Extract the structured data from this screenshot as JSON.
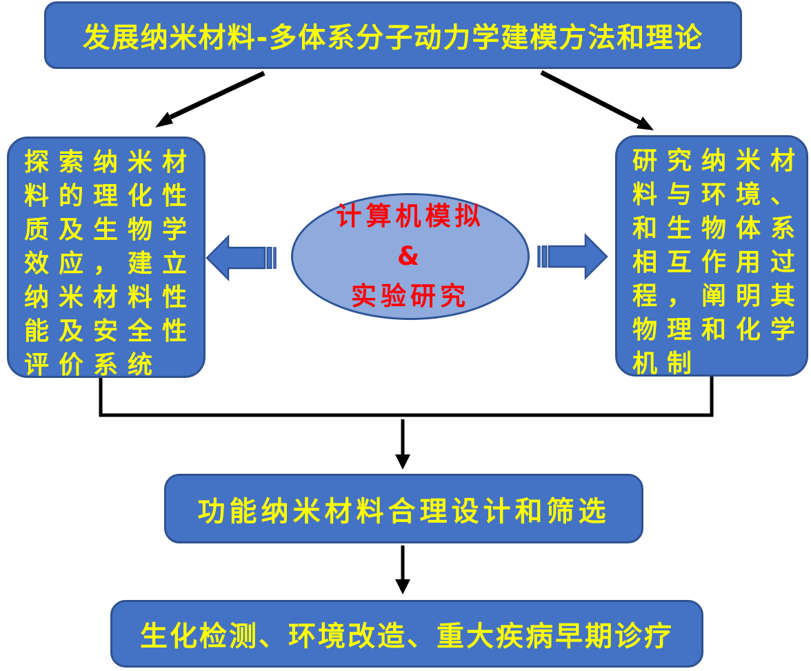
{
  "diagram": {
    "top_box": {
      "text": "发展纳米材料-多体系分子动力学建模方法和理论"
    },
    "left_box": {
      "text": "探索纳米材\n料的理化性\n质及生物学\n效应，建立\n纳米材料性\n能及安全性\n评价系统"
    },
    "right_box": {
      "text": "研究纳米材\n料与环境、\n和生物体系\n相互作用过\n程，阐明其\n物理和化学\n机制"
    },
    "ellipse": {
      "line1": "计算机模拟",
      "line2": "&",
      "line3": "实验研究"
    },
    "middle_box": {
      "text": "功能纳米材料合理设计和筛选"
    },
    "bottom_box": {
      "text": "生化检测、环境改造、重大疾病早期诊疗"
    },
    "colors": {
      "shape_fill": "#4472C4",
      "shape_border": "#2F528F",
      "ellipse_fill": "#8FAADC",
      "ellipse_border": "#2F5597",
      "text_yellow": "#FFFF00",
      "text_red": "#FF0000",
      "connector": "#000000"
    }
  }
}
